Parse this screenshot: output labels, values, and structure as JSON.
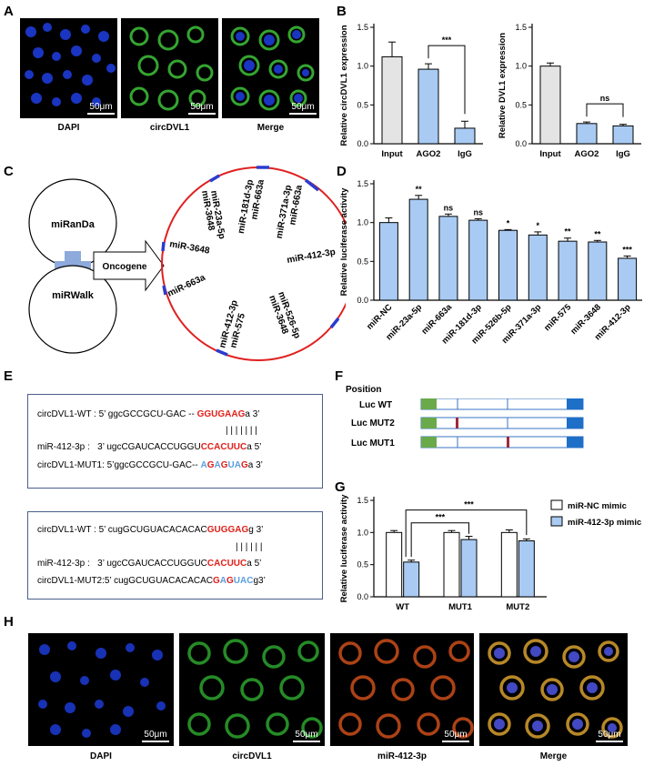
{
  "panel_labels": {
    "A": "A",
    "B": "B",
    "C": "C",
    "D": "D",
    "E": "E",
    "F": "F",
    "G": "G",
    "H": "H"
  },
  "panelA": {
    "captions": [
      "DAPI",
      "circDVL1",
      "Merge"
    ],
    "scalebar": "50μm"
  },
  "panelH": {
    "captions": [
      "DAPI",
      "circDVL1",
      "miR-412-3p",
      "Merge"
    ],
    "scalebar": "50μm"
  },
  "panelC": {
    "db1": "miRanDa",
    "db2": "miRWalk",
    "arrow_label": "Oncogene",
    "mirnas": [
      "miR-23a-5p",
      "miR-3648",
      "miR-181d-3p",
      "miR-663a",
      "miR-371a-3p",
      "miR-663a",
      "miR-3648",
      "miR-412-3p",
      "miR-663a",
      "miR-412-3p",
      "miR-575",
      "miR-526-5p",
      "miR-3648"
    ]
  },
  "panelE": {
    "box1": {
      "l1_prefix": "circDVL1-WT : 5’ ggcGCCGCU-GAC -- ",
      "l1_red": "GGUGAAG",
      "l1_suffix": "a 3’",
      "pairs": "| | | | | | |",
      "l2_prefix": "miR-412-3p :   3’ ugcCGAUCACCUGGU",
      "l2_red": "CCACUUC",
      "l2_suffix": "a 5’",
      "l3_prefix": "circDVL1-MUT1: 5’ggcGCCGCU-GAC-- ",
      "l3_mut": [
        [
          "A",
          "blue"
        ],
        [
          "G",
          "red"
        ],
        [
          "A",
          "blue"
        ],
        [
          "G",
          "red"
        ],
        [
          "U",
          "blue"
        ],
        [
          "A",
          "blue"
        ],
        [
          "G",
          "red"
        ]
      ],
      "l3_suffix": "a 3’"
    },
    "box2": {
      "l1_prefix": "circDVL1-WT : 5’ cugGCUGUACACACAC",
      "l1_red": "GUGGAG",
      "l1_suffix": "g 3’",
      "pairs": "| | | | | |",
      "l2_prefix": "miR-412-3p :   3’ ugcCGAUCACCUGGUC",
      "l2_red": "CACUUC",
      "l2_suffix": "a 5’",
      "l3_prefix": "circDVL1-MUT2:5’ cugGCUGUACACACAC",
      "l3_mut": [
        [
          "G",
          "red"
        ],
        [
          "A",
          "blue"
        ],
        [
          "G",
          "red"
        ],
        [
          "U",
          "blue"
        ],
        [
          "A",
          "blue"
        ],
        [
          "C",
          "blue"
        ]
      ],
      "l3_suffix": "g3’"
    }
  },
  "panelF": {
    "title": "Position",
    "constructs": [
      "Luc WT",
      "Luc MUT2",
      "Luc MUT1"
    ]
  },
  "chart_data": [
    {
      "id": "B1",
      "type": "bar",
      "ylabel": "Relative circDVL1 expression",
      "categories": [
        "Input",
        "AGO2",
        "IgG"
      ],
      "values": [
        1.12,
        0.96,
        0.2
      ],
      "errors": [
        0.19,
        0.07,
        0.09
      ],
      "colors": [
        "#e4e4e4",
        "#a9cbf3",
        "#a9cbf3"
      ],
      "ylim": [
        0,
        1.5
      ],
      "yticks": [
        "0.0",
        "0.5",
        "1.0",
        "1.5"
      ],
      "significance": [
        {
          "from": 1,
          "to": 2,
          "label": "***"
        }
      ]
    },
    {
      "id": "B2",
      "type": "bar",
      "ylabel": "Relative DVL1 expression",
      "categories": [
        "Input",
        "AGO2",
        "IgG"
      ],
      "values": [
        1.0,
        0.26,
        0.23
      ],
      "errors": [
        0.04,
        0.02,
        0.02
      ],
      "colors": [
        "#e4e4e4",
        "#a9cbf3",
        "#a9cbf3"
      ],
      "ylim": [
        0,
        1.5
      ],
      "yticks": [
        "0.0",
        "0.5",
        "1.0",
        "1.5"
      ],
      "significance": [
        {
          "from": 1,
          "to": 2,
          "label": "ns"
        }
      ]
    },
    {
      "id": "D",
      "type": "bar",
      "ylabel": "Relative luciferase activity",
      "categories": [
        "miR-NC",
        "miR-23a-5p",
        "miR-663a",
        "miR-181d-3p",
        "miR-526b-5p",
        "miR-371a-3p",
        "miR-575",
        "miR-3648",
        "miR-412-3p"
      ],
      "values": [
        1.0,
        1.3,
        1.08,
        1.03,
        0.9,
        0.84,
        0.76,
        0.75,
        0.54
      ],
      "errors": [
        0.06,
        0.05,
        0.03,
        0.02,
        0.01,
        0.04,
        0.04,
        0.02,
        0.03
      ],
      "labels": [
        "",
        "**",
        "ns",
        "ns",
        "*",
        "*",
        "**",
        "**",
        "***"
      ],
      "color": "#a9cbf3",
      "ylim": [
        0,
        1.5
      ],
      "yticks": [
        "0.0",
        "0.5",
        "1.0",
        "1.5"
      ]
    },
    {
      "id": "G",
      "type": "bar",
      "ylabel": "Relative luciferase activity",
      "categories": [
        "WT",
        "MUT1",
        "MUT2"
      ],
      "series": [
        {
          "name": "miR-NC mimic",
          "values": [
            1.0,
            1.0,
            1.0
          ],
          "errors": [
            0.03,
            0.03,
            0.04
          ],
          "color": "#ffffff"
        },
        {
          "name": "miR-412-3p mimic",
          "values": [
            0.54,
            0.89,
            0.87
          ],
          "errors": [
            0.03,
            0.05,
            0.03
          ],
          "color": "#a9cbf3"
        }
      ],
      "ylim": [
        0,
        1.5
      ],
      "yticks": [
        "0.0",
        "0.5",
        "1.0",
        "1.5"
      ],
      "significance": [
        {
          "label": "***"
        },
        {
          "label": "***"
        }
      ]
    }
  ]
}
